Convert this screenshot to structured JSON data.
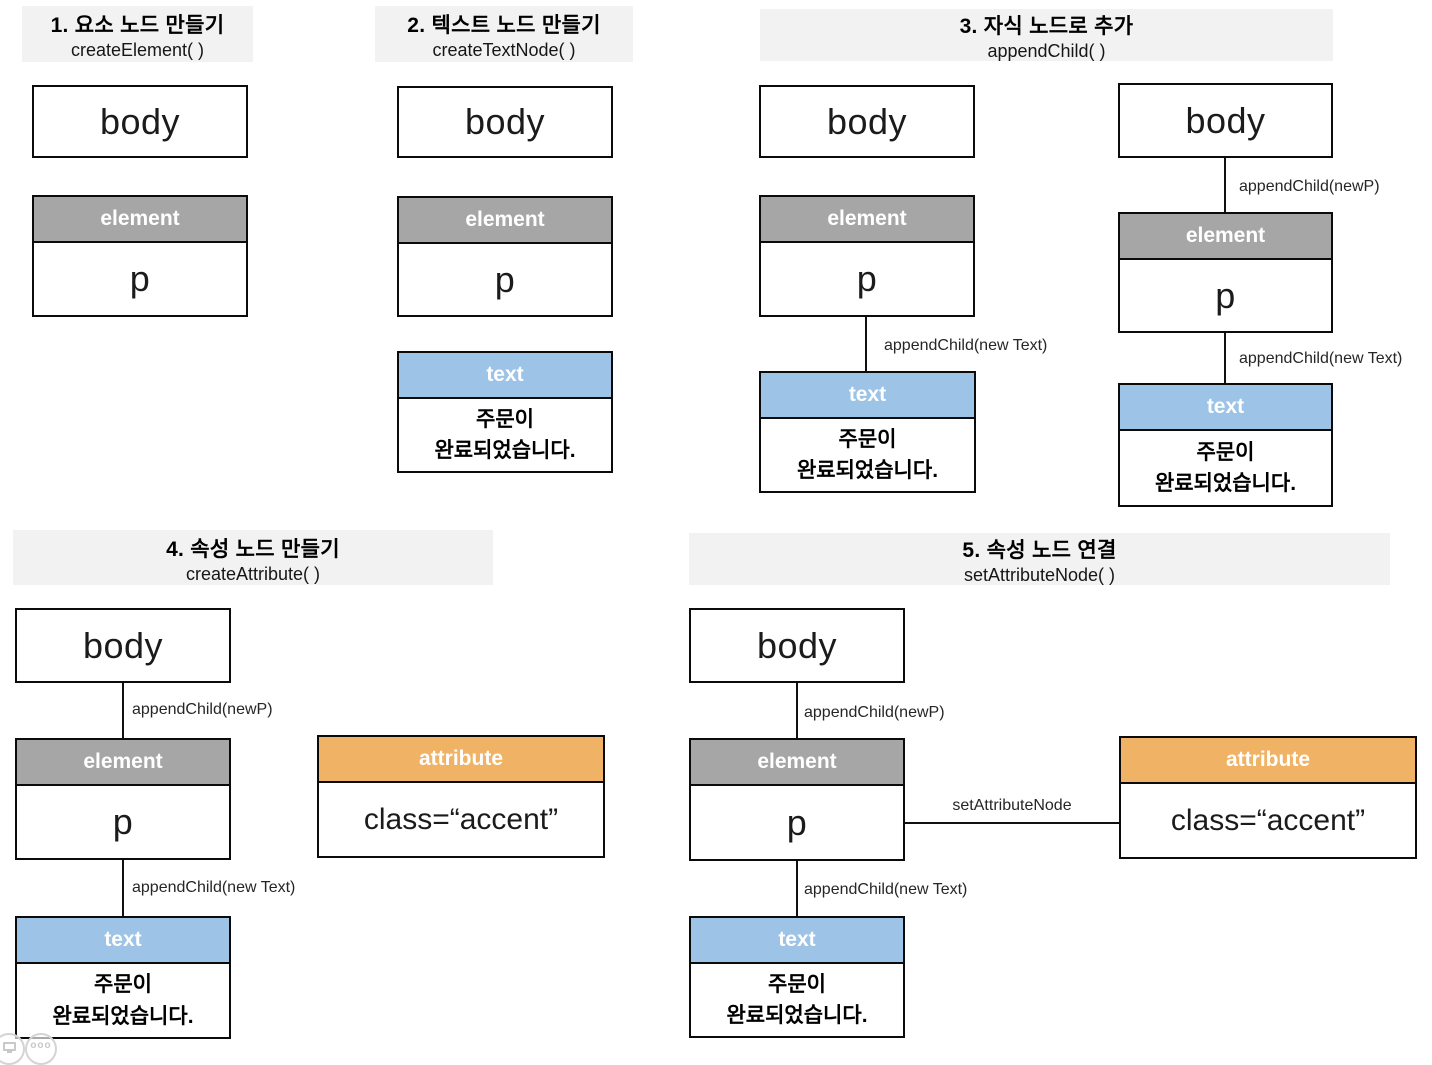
{
  "sections": [
    {
      "title": "1. 요소 노드 만들기",
      "method": "createElement( )"
    },
    {
      "title": "2. 텍스트 노드 만들기",
      "method": "createTextNode( )"
    },
    {
      "title": "3. 자식 노드로 추가",
      "method": "appendChild( )"
    },
    {
      "title": "4. 속성 노드 만들기",
      "method": "createAttribute( )"
    },
    {
      "title": "5. 속성 노드 연결",
      "method": "setAttributeNode( )"
    }
  ],
  "nodes": {
    "body_label": "body",
    "element_header": "element",
    "element_value": "p",
    "text_header": "text",
    "text_value_line1": "주문이",
    "text_value_line2": "완료되었습니다.",
    "attribute_header": "attribute",
    "attribute_value": "class=“accent”"
  },
  "edge_labels": {
    "append_new_p": "appendChild(newP)",
    "append_new_text": "appendChild(new Text)",
    "set_attribute_node": "setAttributeNode"
  },
  "colors": {
    "section_header_bg": "#f2f2f2",
    "element_header_bg": "#a6a6a6",
    "text_header_bg": "#9dc3e6",
    "attribute_header_bg": "#f0b264",
    "box_border": "#0b0b0b"
  },
  "overlay": {
    "more_button_dots": "ooo"
  }
}
